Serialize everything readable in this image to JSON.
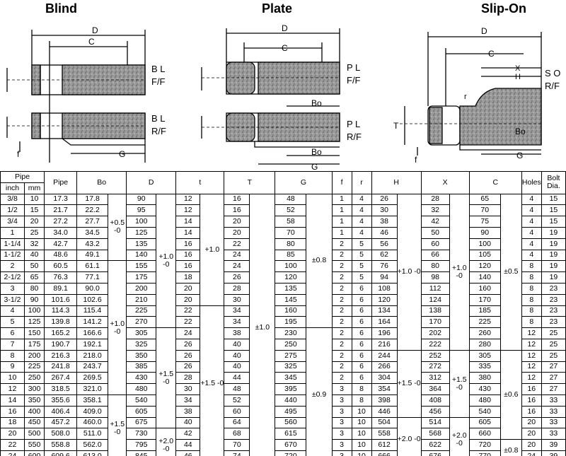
{
  "titles": {
    "blind": "Blind",
    "plate": "Plate",
    "slipon": "Slip-On"
  },
  "labels": {
    "D": "D",
    "C": "C",
    "G": "G",
    "f": "f",
    "t": "t",
    "T": "T",
    "Bo": "Bo",
    "X": "X",
    "H": "H",
    "r": "r",
    "bl_ff_1": "B L",
    "bl_ff_2": "F/F",
    "bl_rf_1": "B L",
    "bl_rf_2": "R/F",
    "pl_ff_1": "P L",
    "pl_ff_2": "F/F",
    "pl_rf_1": "P L",
    "pl_rf_2": "R/F",
    "so_rf_1": "S O",
    "so_rf_2": "R/F"
  },
  "headers": {
    "pipe_group": "Pipe",
    "inch": "inch",
    "mm": "mm",
    "pipe": "Pipe",
    "bo": "Bo",
    "d": "D",
    "t": "t",
    "T": "T",
    "g": "G",
    "f": "f",
    "r": "r",
    "h": "H",
    "x": "X",
    "c": "C",
    "holes": "Holes",
    "bolt": "Bolt Dia."
  },
  "tolerances": {
    "bo1": "+0.5 -0",
    "bo2": "+1.0 -0",
    "bo3": "+1.5 -0",
    "d1": "+1.0 -0",
    "d2": "+1.5 -0",
    "d3": "+2.0 -0",
    "t1": "+1.0",
    "t2": "+1.5 -0",
    "T1": "±1.0",
    "g1": "±0.8",
    "g2": "±0.9",
    "h1": "+1.0 -0",
    "h2": "+1.5 -0",
    "h3": "+2.0 -0",
    "x1": "+1.0 -0",
    "x2": "+1.5 -0",
    "x3": "+2.0 -0",
    "c1": "±0.5",
    "c2": "±0.6",
    "c3": "±0.8"
  },
  "rows": [
    [
      "3/8",
      "10",
      "17.3",
      "17.8",
      "90",
      "12",
      "16",
      "48",
      "1",
      "4",
      "26",
      "28",
      "65",
      "4",
      "15"
    ],
    [
      "1/2",
      "15",
      "21.7",
      "22.2",
      "95",
      "12",
      "16",
      "52",
      "1",
      "4",
      "30",
      "32",
      "70",
      "4",
      "15"
    ],
    [
      "3/4",
      "20",
      "27.2",
      "27.7",
      "100",
      "14",
      "20",
      "58",
      "1",
      "4",
      "38",
      "42",
      "75",
      "4",
      "15"
    ],
    [
      "1",
      "25",
      "34.0",
      "34.5",
      "125",
      "14",
      "20",
      "70",
      "1",
      "4",
      "46",
      "50",
      "90",
      "4",
      "19"
    ],
    [
      "1-1/4",
      "32",
      "42.7",
      "43.2",
      "135",
      "16",
      "22",
      "80",
      "2",
      "5",
      "56",
      "60",
      "100",
      "4",
      "19"
    ],
    [
      "1-1/2",
      "40",
      "48.6",
      "49.1",
      "140",
      "16",
      "24",
      "85",
      "2",
      "5",
      "62",
      "66",
      "105",
      "4",
      "19"
    ],
    [
      "2",
      "50",
      "60.5",
      "61.1",
      "155",
      "16",
      "24",
      "100",
      "2",
      "5",
      "76",
      "80",
      "120",
      "8",
      "19"
    ],
    [
      "2-1/2",
      "65",
      "76.3",
      "77.1",
      "175",
      "18",
      "26",
      "120",
      "2",
      "5",
      "94",
      "98",
      "140",
      "8",
      "19"
    ],
    [
      "3",
      "80",
      "89.1",
      "90.0",
      "200",
      "20",
      "28",
      "135",
      "2",
      "6",
      "108",
      "112",
      "160",
      "8",
      "23"
    ],
    [
      "3-1/2",
      "90",
      "101.6",
      "102.6",
      "210",
      "20",
      "30",
      "145",
      "2",
      "6",
      "120",
      "124",
      "170",
      "8",
      "23"
    ],
    [
      "4",
      "100",
      "114.3",
      "115.4",
      "225",
      "22",
      "34",
      "160",
      "2",
      "6",
      "134",
      "138",
      "185",
      "8",
      "23"
    ],
    [
      "5",
      "125",
      "139.8",
      "141.2",
      "270",
      "22",
      "34",
      "195",
      "2",
      "6",
      "164",
      "170",
      "225",
      "8",
      "23"
    ],
    [
      "6",
      "150",
      "165.2",
      "166.6",
      "305",
      "24",
      "38",
      "230",
      "2",
      "6",
      "196",
      "202",
      "260",
      "12",
      "25"
    ],
    [
      "7",
      "175",
      "190.7",
      "192.1",
      "325",
      "26",
      "40",
      "250",
      "2",
      "6",
      "216",
      "222",
      "280",
      "12",
      "25"
    ],
    [
      "8",
      "200",
      "216.3",
      "218.0",
      "350",
      "26",
      "40",
      "275",
      "2",
      "6",
      "244",
      "252",
      "305",
      "12",
      "25"
    ],
    [
      "9",
      "225",
      "241.8",
      "243.7",
      "385",
      "26",
      "40",
      "325",
      "2",
      "6",
      "266",
      "272",
      "335",
      "12",
      "27"
    ],
    [
      "10",
      "250",
      "267.4",
      "269.5",
      "430",
      "28",
      "44",
      "345",
      "2",
      "6",
      "304",
      "312",
      "380",
      "12",
      "27"
    ],
    [
      "12",
      "300",
      "318.5",
      "321.0",
      "480",
      "30",
      "48",
      "395",
      "3",
      "8",
      "354",
      "364",
      "430",
      "16",
      "27"
    ],
    [
      "14",
      "350",
      "355.6",
      "358.1",
      "540",
      "34",
      "52",
      "440",
      "3",
      "8",
      "398",
      "408",
      "480",
      "16",
      "33"
    ],
    [
      "16",
      "400",
      "406.4",
      "409.0",
      "605",
      "38",
      "60",
      "495",
      "3",
      "10",
      "446",
      "456",
      "540",
      "16",
      "33"
    ],
    [
      "18",
      "450",
      "457.2",
      "460.0",
      "675",
      "40",
      "64",
      "560",
      "3",
      "10",
      "504",
      "514",
      "605",
      "20",
      "33"
    ],
    [
      "20",
      "500",
      "508.0",
      "511.0",
      "730",
      "42",
      "68",
      "615",
      "3",
      "10",
      "558",
      "568",
      "660",
      "20",
      "33"
    ],
    [
      "22",
      "550",
      "558.8",
      "562.0",
      "795",
      "44",
      "70",
      "670",
      "3",
      "10",
      "612",
      "622",
      "720",
      "20",
      "39"
    ],
    [
      "24",
      "600",
      "609.6",
      "613.0",
      "845",
      "46",
      "74",
      "720",
      "3",
      "10",
      "666",
      "676",
      "770",
      "24",
      "39"
    ]
  ]
}
